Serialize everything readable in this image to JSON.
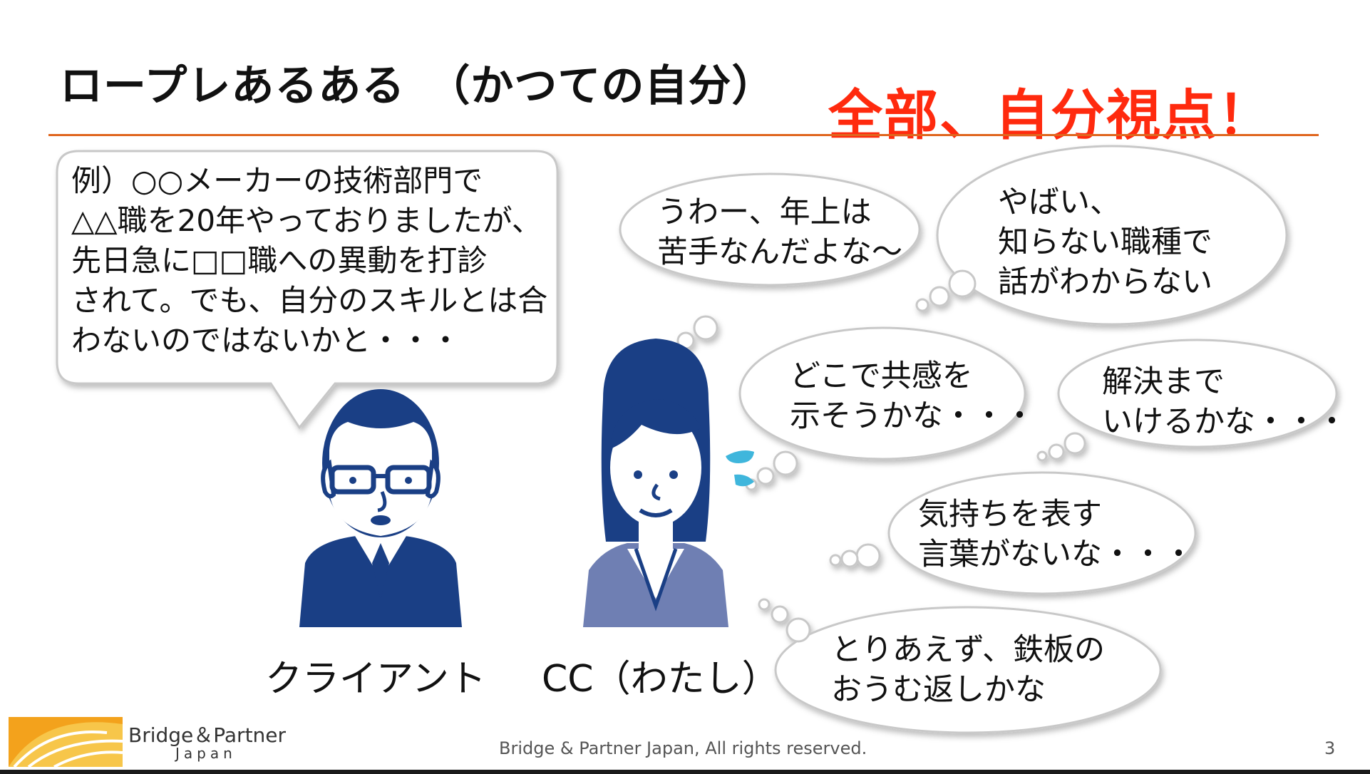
{
  "slide": {
    "title": "ロープレあるある　（かつての自分）",
    "emphasis": "全部、自分視点！",
    "page_number": "3",
    "copyright": "Bridge & Partner Japan, All rights reserved."
  },
  "speech_bubble": {
    "lines": [
      "例）○○メーカーの技術部門で",
      "△△職を20年やっておりましたが、",
      "先日急に□□職への異動を打診",
      "されて。でも、自分のスキルとは合",
      "わないのではないかと・・・"
    ]
  },
  "thoughts": [
    {
      "lines": [
        "うわー、年上は",
        "苦手なんだよな～"
      ]
    },
    {
      "lines": [
        "やばい、",
        "知らない職種で",
        "話がわからない"
      ]
    },
    {
      "lines": [
        "どこで共感を",
        "示そうかな・・・"
      ]
    },
    {
      "lines": [
        "解決まで",
        "いけるかな・・・"
      ]
    },
    {
      "lines": [
        "気持ちを表す",
        "言葉がないな・・・"
      ]
    },
    {
      "lines": [
        "とりあえず、鉄板の",
        "おうむ返しかな"
      ]
    }
  ],
  "people": {
    "client_label": "クライアント",
    "cc_label": "CC（わたし）"
  },
  "logo": {
    "name": "Bridge＆Partner",
    "sub": "Japan"
  },
  "colors": {
    "accent": "#ff2a0e",
    "rule": "#e0661e",
    "figure_navy": "#1a3f85",
    "figure_light": "#6f7fb3",
    "sweat": "#3fb6dc"
  }
}
